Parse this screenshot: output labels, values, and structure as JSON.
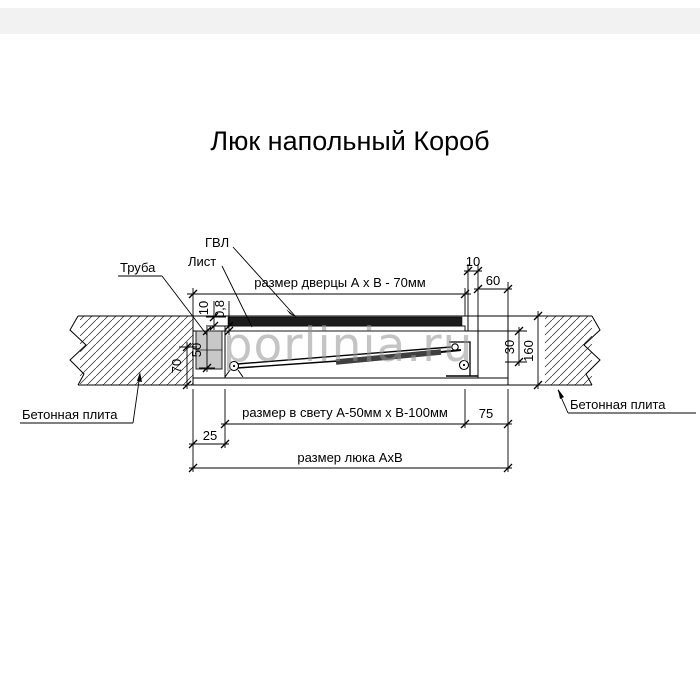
{
  "header": {
    "title": "Люк напольный Короб"
  },
  "watermark": {
    "text": "porlinia.ru"
  },
  "callouts": {
    "gvl": "ГВЛ",
    "sheet": "Лист",
    "tube": "Труба",
    "concrete_left": "Бетонная плита",
    "concrete_right": "Бетонная плита"
  },
  "dimensions": {
    "door_size": "размер дверцы А х В - 70мм",
    "gap_10": "10",
    "flange_60": "60",
    "gvl_thickness_10": "10",
    "sheet_thickness_08": "0,8",
    "tube_height_50": "50",
    "depth_70": "70",
    "right_30": "30",
    "right_160": "160",
    "clear_size": "размер в свету А-50мм х В-100мм",
    "offset_75": "75",
    "offset_25": "25",
    "hatch_size": "размер люка АхВ"
  }
}
